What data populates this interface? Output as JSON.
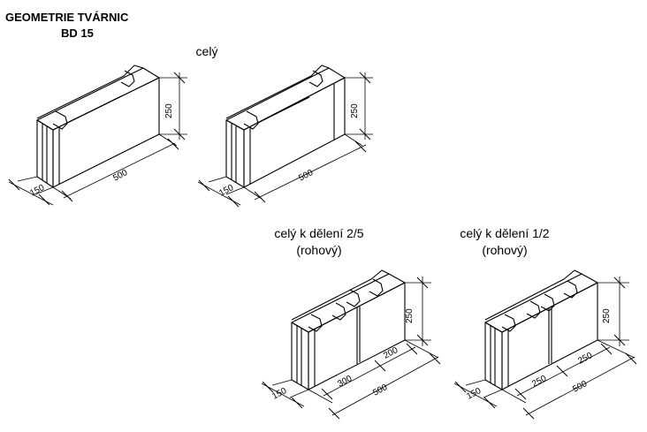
{
  "title": {
    "line1": "GEOMETRIE TVÁRNIC",
    "line2": "BD 15"
  },
  "captions": {
    "full": "celý",
    "split_2_5_line1": "celý k dělení 2/5",
    "split_2_5_line2": "(rohový)",
    "split_1_2_line1": "celý k dělení 1/2",
    "split_1_2_line2": "(rohový)"
  },
  "dimensions": {
    "block1": {
      "height": "250",
      "width": "150",
      "length": "500"
    },
    "block2": {
      "height": "250",
      "width": "150",
      "length": "500"
    },
    "block3": {
      "height": "250",
      "width": "150",
      "length": "500",
      "seg_a": "300",
      "seg_b": "200"
    },
    "block4": {
      "height": "250",
      "width": "150",
      "length": "500",
      "seg_a": "250",
      "seg_b": "250"
    }
  }
}
